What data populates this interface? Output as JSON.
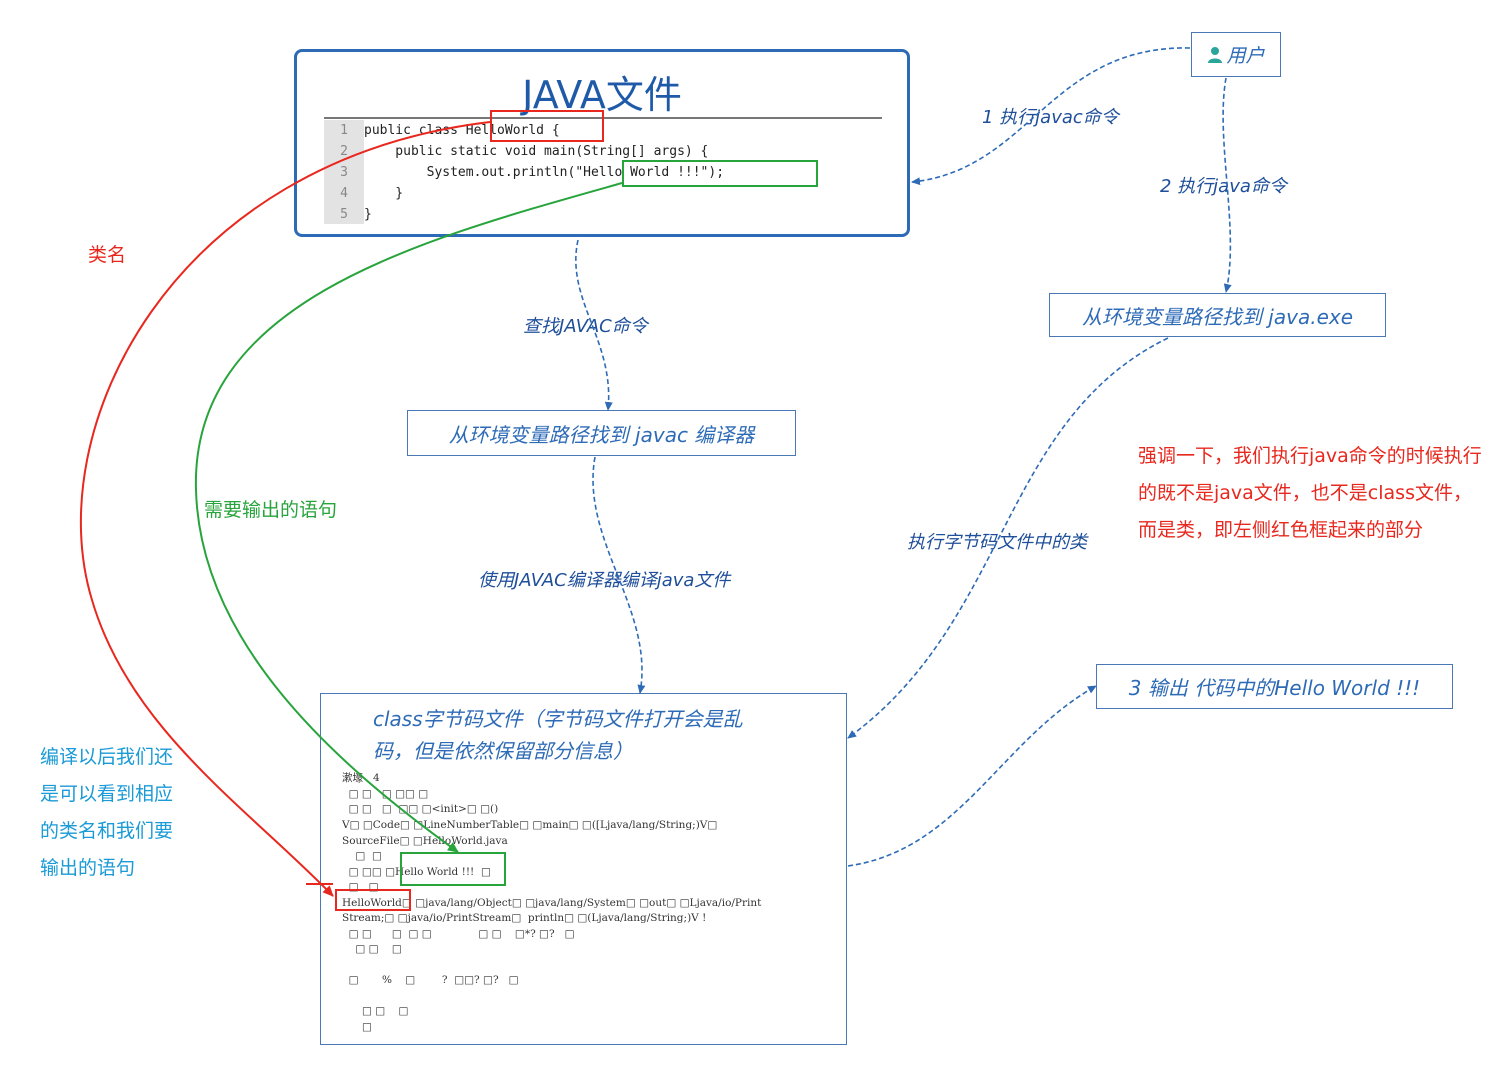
{
  "java_file": {
    "title": "JAVA文件",
    "code": [
      {
        "num": "1",
        "text": "public class HelloWorld {"
      },
      {
        "num": "2",
        "text": "    public static void main(String[] args) {"
      },
      {
        "num": "3",
        "text": "        System.out.println(\"Hello World !!!\");"
      },
      {
        "num": "4",
        "text": "    }"
      },
      {
        "num": "5",
        "text": "}"
      }
    ]
  },
  "user": {
    "label": "用户",
    "icon": "user-icon"
  },
  "steps": {
    "step1": "1 执行javac命令",
    "step2": "2 执行java命令",
    "find_javac": "查找JAVAC命令",
    "compile": "使用JAVAC编译器编译java文件",
    "exec_class": "执行字节码文件中的类"
  },
  "boxes": {
    "javaexe": "从环境变量路径找到  java.exe",
    "javac": "从环境变量路径找到  javac  编译器",
    "output": "3 输出 代码中的Hello World !!!"
  },
  "class_file": {
    "title_line1": "class字节码文件（字节码文件打开会是乱",
    "title_line2": "码，但是依然保留部分信息）",
    "bytecode": [
      "漱壕   4",
      "  □ □   □ □□ □",
      "  □ □   □  □□ □<init>□ □()",
      "V□ □Code□ □LineNumberTable□ □main□ □([Ljava/lang/String;)V□",
      "SourceFile□ □HelloWorld.java",
      "    □  □",
      "  □ □□ □Hello World !!!  □",
      "  □   □",
      "HelloWorld□ □java/lang/Object□ □java/lang/System□ □out□ □Ljava/io/Print",
      "Stream;□ □java/io/PrintStream□  println□ □(Ljava/lang/String;)V !",
      "  □ □      □  □ □              □ □    □*? □?   □",
      "    □ □    □",
      "",
      "  □       %    □        ?  □□? □?   □",
      "",
      "      □ □    □",
      "      □"
    ]
  },
  "labels": {
    "class_name": "类名",
    "statement": "需要输出的语句"
  },
  "notes": {
    "red": "强调一下，我们执行java命令的时候执行的既不是java文件，也不是class文件，而是类，即左侧红色框起来的部分",
    "blue": "编译以后我们还是可以看到相应的类名和我们要输出的语句"
  },
  "colors": {
    "blue_flow": "#2e6bb6",
    "red": "#e8281e",
    "green": "#28a43c",
    "note_blue": "#1a9ad6"
  }
}
